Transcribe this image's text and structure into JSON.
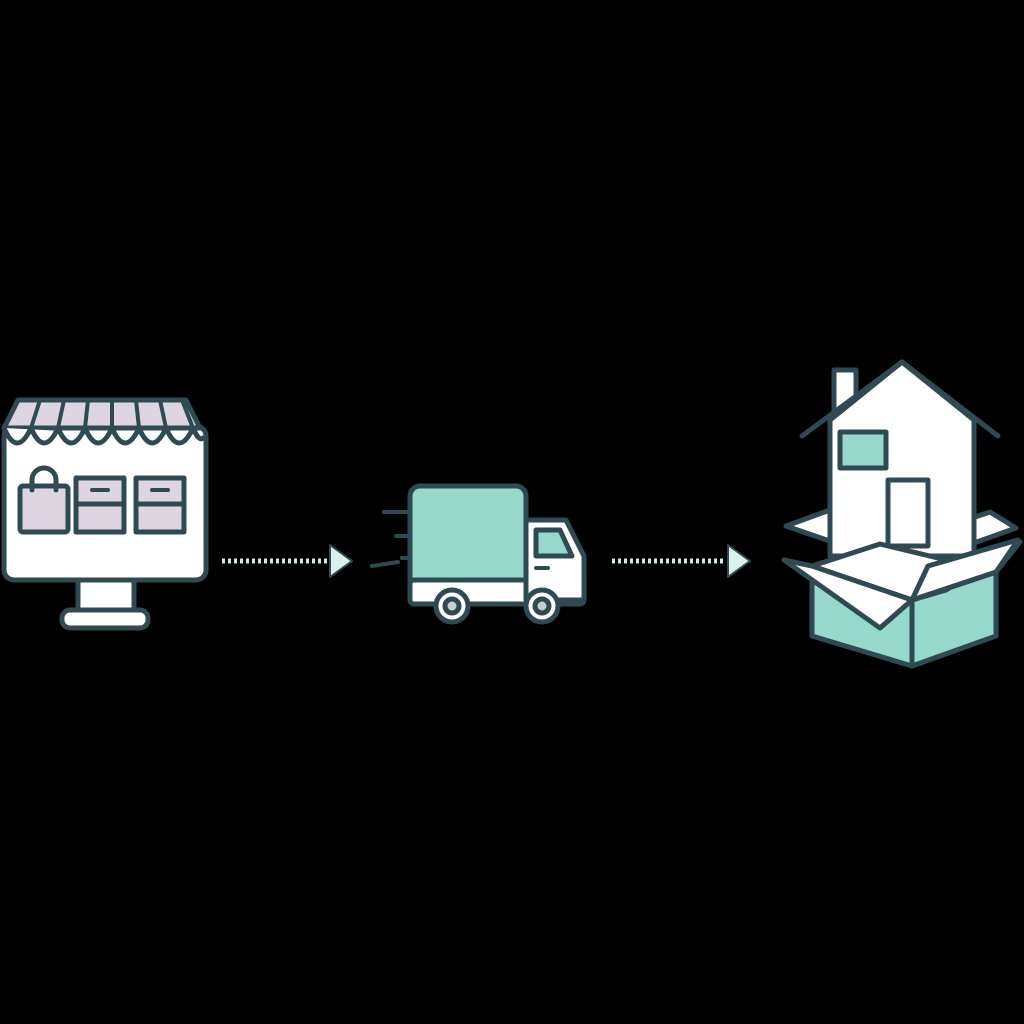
{
  "diagram": {
    "steps": [
      {
        "id": "online-store",
        "icon": "online-store-icon"
      },
      {
        "id": "delivery-truck",
        "icon": "delivery-truck-icon"
      },
      {
        "id": "home-delivery",
        "icon": "house-in-box-icon"
      }
    ],
    "connectors": [
      {
        "from": "online-store",
        "to": "delivery-truck",
        "style": "dotted-arrow"
      },
      {
        "from": "delivery-truck",
        "to": "home-delivery",
        "style": "dotted-arrow"
      }
    ]
  },
  "colors": {
    "background": "#000000",
    "outline": "#2f4a52",
    "mint": "#96d8c9",
    "mint_light": "#d9f2ec",
    "lilac": "#ddd5df",
    "white": "#ffffff",
    "wheel_gray": "#c7cdd0"
  }
}
